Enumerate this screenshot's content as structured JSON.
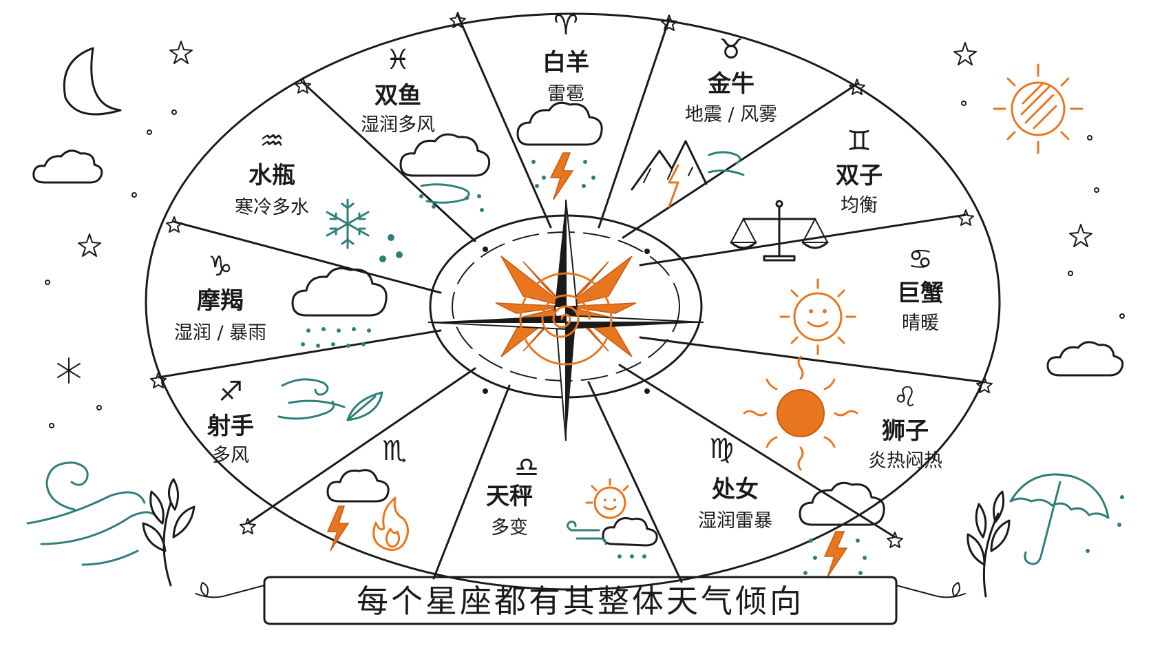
{
  "signs": [
    {
      "id": "aries",
      "symbol": "♈",
      "name": "白羊",
      "weather": "雷雹"
    },
    {
      "id": "taurus",
      "symbol": "♉",
      "name": "金牛",
      "weather": "地震 / 风雾"
    },
    {
      "id": "gemini",
      "symbol": "♊",
      "name": "双子",
      "weather": "均衡"
    },
    {
      "id": "cancer",
      "symbol": "♋",
      "name": "巨蟹",
      "weather": "晴暖"
    },
    {
      "id": "leo",
      "symbol": "♌",
      "name": "狮子",
      "weather": "炎热闷热"
    },
    {
      "id": "virgo",
      "symbol": "♍",
      "name": "处女",
      "weather": "湿润雷暴"
    },
    {
      "id": "libra",
      "symbol": "♎",
      "name": "天秤",
      "weather": "多变"
    },
    {
      "id": "scorpio",
      "symbol": "♏",
      "name": "",
      "weather": ""
    },
    {
      "id": "sagittarius",
      "symbol": "♐",
      "name": "射手",
      "weather": "多风"
    },
    {
      "id": "capricorn",
      "symbol": "♑",
      "name": "摩羯",
      "weather": "湿润 / 暴雨"
    },
    {
      "id": "aquarius",
      "symbol": "♒",
      "name": "水瓶",
      "weather": "寒冷多水"
    },
    {
      "id": "pisces",
      "symbol": "♓",
      "name": "双鱼",
      "weather": "湿润多风"
    }
  ],
  "banner": {
    "text": "每个星座都有其整体天气倾向"
  },
  "colors": {
    "ink": "#1a1a1a",
    "orange": "#e8761e",
    "teal": "#2e7f78"
  },
  "icons": {
    "aries": "cloud-lightning-rain-icon",
    "taurus": "mountain-lightning-wind-icon",
    "gemini": "balance-scale-icon",
    "cancer": "smiling-sun-icon",
    "leo": "blazing-sun-icon",
    "virgo": "storm-cloud-icon",
    "libra": "sun-cloud-wind-icon",
    "scorpio": "lightning-fire-icon",
    "sagittarius": "wind-leaf-icon",
    "capricorn": "rain-cloud-icon",
    "aquarius": "snowflake-icon",
    "pisces": "windy-rain-cloud-icon",
    "center": "compass-rose-sun-icon"
  }
}
